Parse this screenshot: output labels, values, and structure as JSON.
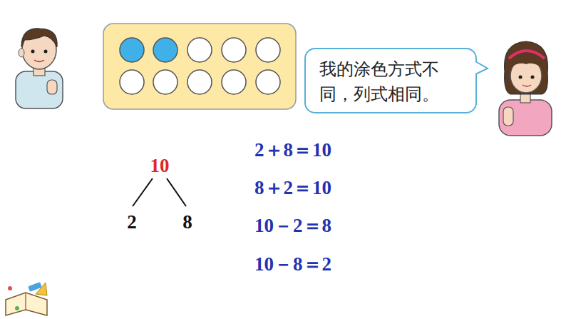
{
  "diagram": {
    "nodes": [
      {
        "text": [
          "我的涂色方式不同，列式相同。"
        ]
      }
    ],
    "labels": [
      "10",
      "2",
      "8",
      "2＋8＝10",
      "8＋2＝10",
      "10－2＝8",
      "10－8＝2"
    ]
  }
}
